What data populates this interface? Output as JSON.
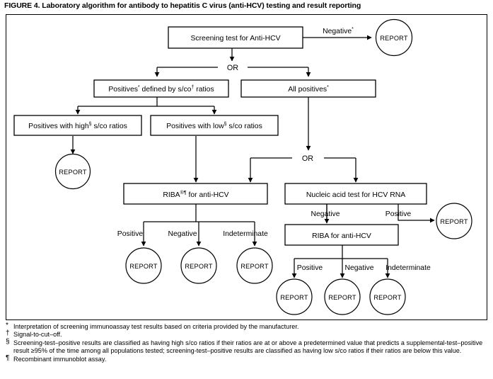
{
  "figure": {
    "title": "FIGURE 4. Laboratory algorithm for antibody to hepatitis C virus (anti-HCV) testing and result reporting"
  },
  "nodes": {
    "screening": "Screening test for Anti-HCV",
    "positives_sco": "Positives",
    "positives_sco_mid": " defined by s/co",
    "positives_sco_end": " ratios",
    "all_positives": "All positives",
    "positives_high": "Positives with high",
    "positives_high_end": " s/co ratios",
    "positives_low": "Positives with low",
    "positives_low_end": " s/co ratios",
    "riba_left": "RIBA",
    "riba_left_end": " for anti-HCV",
    "nucleic_acid": "Nucleic acid test for HCV RNA",
    "riba_right": "RIBA for anti-HCV",
    "report": "REPORT"
  },
  "edges": {
    "negative_star": "Negative",
    "or1": "OR",
    "or2": "OR",
    "negative": "Negative",
    "positive": "Positive",
    "indeterminate": "Indeterminate"
  },
  "superscripts": {
    "star": "*",
    "dagger": "†",
    "section": "§",
    "pilcrow": "¶",
    "reg": "®"
  },
  "footnotes": [
    {
      "mark": "*",
      "text": "Interpretation of screening immunoassay test results based on criteria provided by the manufacturer."
    },
    {
      "mark": "†",
      "text": "Signal-to-cut–off."
    },
    {
      "mark": "§",
      "text": "Screening-test–positive results are classified as having high s/co ratios if their ratios are at or above a predetermined value that predicts a supplemental-test–positive result ≥95% of the time among all populations tested; screening-test–positive results are classified as having low s/co ratios if their ratios are below this value."
    },
    {
      "mark": "¶",
      "text": "Recombinant immunoblot assay."
    }
  ],
  "colors": {
    "stroke": "#000000",
    "background": "#ffffff"
  }
}
